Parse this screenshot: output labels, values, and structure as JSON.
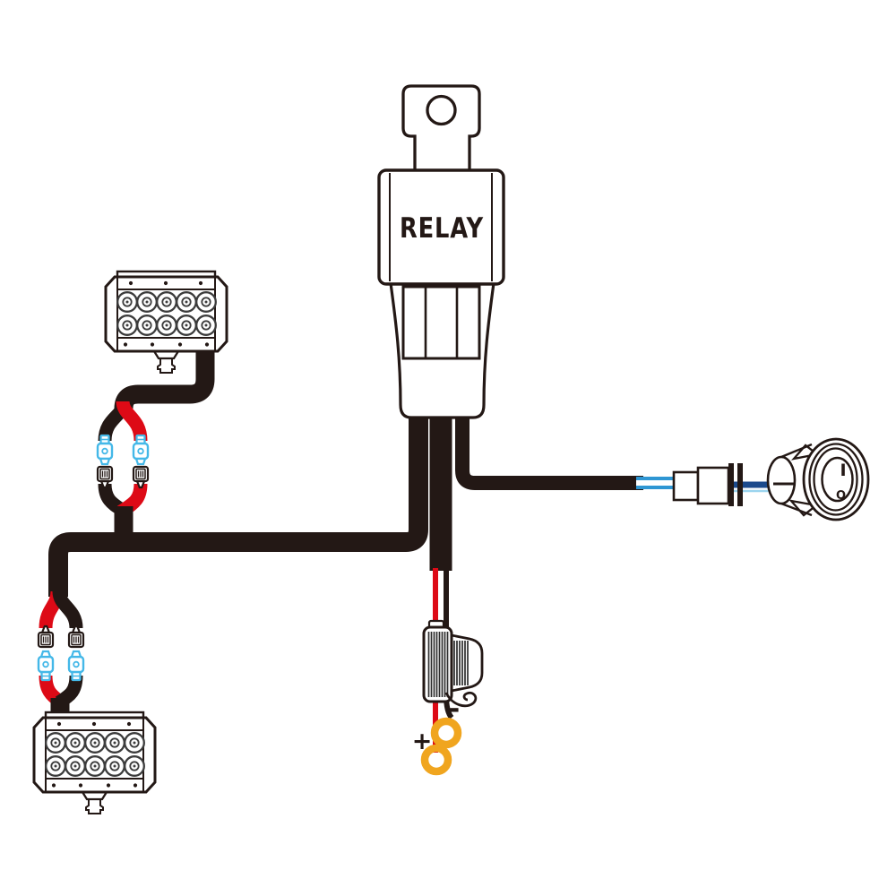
{
  "diagram": {
    "relay_label": "RELAY",
    "battery": {
      "positive": "+",
      "negative": "-"
    },
    "switch": {
      "on": "I",
      "off": "O"
    }
  },
  "colors": {
    "outline": "#231815",
    "wire_red": "#dd0a16",
    "connector_blue": "#44b8e8",
    "switch_wire_blue": "#2e96d3",
    "switch_wire_navy": "#1c4a8c",
    "switch_wire_highlight": "#9bd4ee",
    "ring_terminal": "#f0a51f",
    "led_outline": "#3c3c3c",
    "fuse_hatch": "#2d2d2d"
  }
}
